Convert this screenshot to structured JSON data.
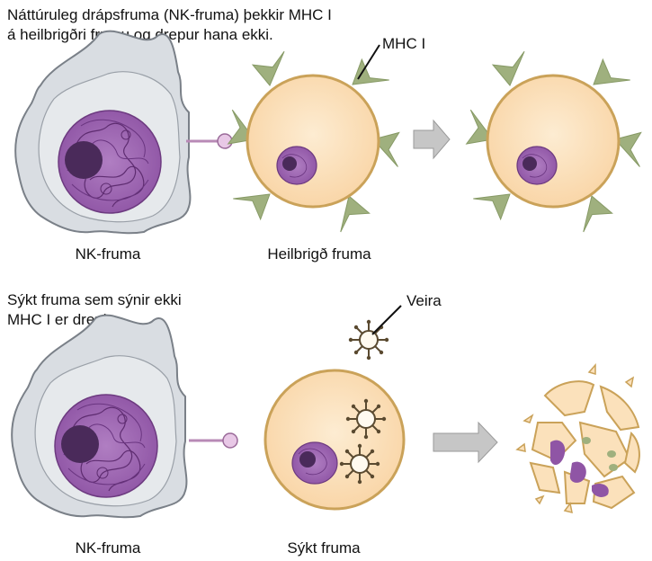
{
  "top": {
    "caption_line1": "Náttúruleg drápsfruma (NK-fruma) þekkir MHC I",
    "caption_line2": "á heilbrigðri frumu og drepur hana ekki.",
    "mhc_label": "MHC I",
    "nk_label": "NK-fruma",
    "healthy_label": "Heilbrigð fruma"
  },
  "bottom": {
    "caption_line1": "Sýkt fruma sem sýnir ekki",
    "caption_line2": "MHC I er drepin.",
    "virus_label": "Veira",
    "nk_label": "NK-fruma",
    "infected_label": "Sýkt fruma"
  },
  "colors": {
    "nk_body": "#d9dde2",
    "nk_outline": "#7a8088",
    "nucleus": "#9c63b0",
    "nucleolus": "#4a2a5a",
    "cell_body": "#fbe1bb",
    "cell_outline": "#caa259",
    "mhc": "#9fb07e",
    "arrow": "#c6c6c6",
    "virus": "#5a4a30"
  }
}
